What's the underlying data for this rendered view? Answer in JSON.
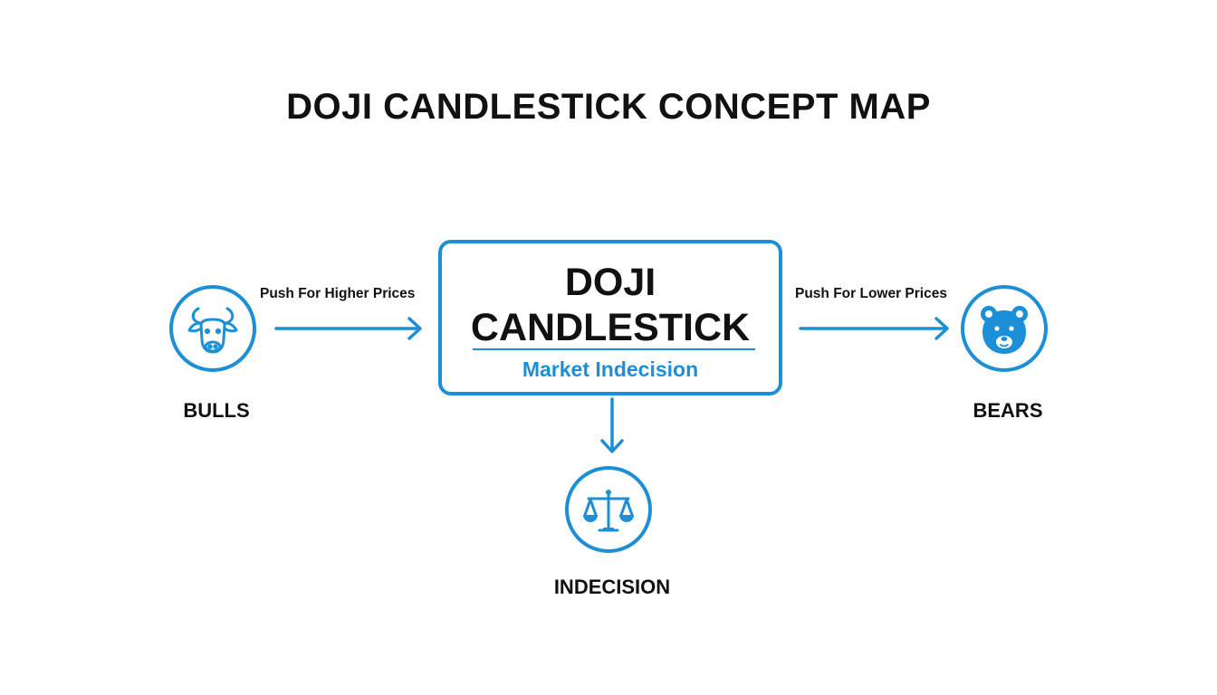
{
  "title": "DOJI CANDLESTICK CONCEPT MAP",
  "center": {
    "title_line1": "DOJI",
    "title_line2": "CANDLESTICK",
    "subtitle": "Market Indecision"
  },
  "nodes": {
    "bulls": {
      "label": "BULLS",
      "icon": "bull-icon"
    },
    "bears": {
      "label": "BEARS",
      "icon": "bear-icon"
    },
    "indecision": {
      "label": "INDECISION",
      "icon": "balance-scale-icon"
    }
  },
  "edges": {
    "bulls_to_center": "Push For Higher Prices",
    "center_to_bears": "Push For Lower Prices"
  },
  "colors": {
    "accent": "#1c8fd6",
    "text": "#111111",
    "background": "#ffffff"
  }
}
